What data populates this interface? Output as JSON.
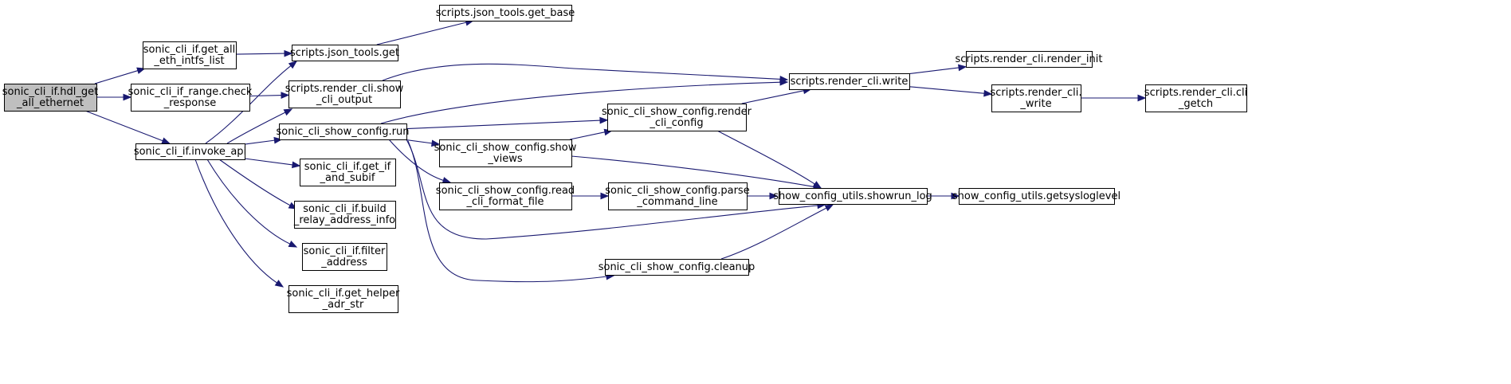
{
  "colors": {
    "edge": "#191970",
    "node_border": "#000000",
    "root_fill": "#bfbfbf",
    "node_fill": "#ffffff"
  },
  "nodes": [
    {
      "id": "hdl",
      "root": true,
      "lines": [
        "sonic_cli_if.hdl_get",
        "_all_ethernet"
      ]
    },
    {
      "id": "get_all_eth",
      "lines": [
        "sonic_cli_if.get_all",
        "_eth_intfs_list"
      ]
    },
    {
      "id": "range_check",
      "lines": [
        "sonic_cli_if_range.check",
        "_response"
      ]
    },
    {
      "id": "invoke_api",
      "lines": [
        "sonic_cli_if.invoke_api"
      ]
    },
    {
      "id": "json_get",
      "lines": [
        "scripts.json_tools.get"
      ]
    },
    {
      "id": "json_get_base",
      "lines": [
        "scripts.json_tools.get_base"
      ]
    },
    {
      "id": "show_cli_output",
      "lines": [
        "scripts.render_cli.show",
        "_cli_output"
      ]
    },
    {
      "id": "config_run",
      "lines": [
        "sonic_cli_show_config.run"
      ]
    },
    {
      "id": "get_if_subif",
      "lines": [
        "sonic_cli_if.get_if",
        "_and_subif"
      ]
    },
    {
      "id": "build_relay",
      "lines": [
        "sonic_cli_if.build",
        "_relay_address_info"
      ]
    },
    {
      "id": "filter_address",
      "lines": [
        "sonic_cli_if.filter",
        "_address"
      ]
    },
    {
      "id": "get_helper",
      "lines": [
        "sonic_cli_if.get_helper",
        "_adr_str"
      ]
    },
    {
      "id": "show_views",
      "lines": [
        "sonic_cli_show_config.show",
        "_views"
      ]
    },
    {
      "id": "read_cli_format",
      "lines": [
        "sonic_cli_show_config.read",
        "_cli_format_file"
      ]
    },
    {
      "id": "render_cli_config",
      "lines": [
        "sonic_cli_show_config.render",
        "_cli_config"
      ]
    },
    {
      "id": "parse_cmd",
      "lines": [
        "sonic_cli_show_config.parse",
        "_command_line"
      ]
    },
    {
      "id": "cleanup",
      "lines": [
        "sonic_cli_show_config.cleanup"
      ]
    },
    {
      "id": "render_write",
      "lines": [
        "scripts.render_cli.write"
      ]
    },
    {
      "id": "render_init",
      "lines": [
        "scripts.render_cli.render_init"
      ]
    },
    {
      "id": "render__write",
      "lines": [
        "scripts.render_cli.",
        "_write"
      ]
    },
    {
      "id": "cli_getch",
      "lines": [
        "scripts.render_cli.cli",
        "_getch"
      ]
    },
    {
      "id": "showrun_log",
      "lines": [
        "show_config_utils.showrun_log"
      ]
    },
    {
      "id": "getsysloglevel",
      "lines": [
        "show_config_utils.getsysloglevel"
      ]
    }
  ],
  "edges": [
    [
      "hdl",
      "get_all_eth"
    ],
    [
      "hdl",
      "range_check"
    ],
    [
      "hdl",
      "invoke_api"
    ],
    [
      "get_all_eth",
      "json_get"
    ],
    [
      "range_check",
      "show_cli_output"
    ],
    [
      "json_get",
      "json_get_base"
    ],
    [
      "invoke_api",
      "json_get"
    ],
    [
      "invoke_api",
      "show_cli_output"
    ],
    [
      "invoke_api",
      "config_run"
    ],
    [
      "invoke_api",
      "get_if_subif"
    ],
    [
      "invoke_api",
      "build_relay"
    ],
    [
      "invoke_api",
      "filter_address"
    ],
    [
      "invoke_api",
      "get_helper"
    ],
    [
      "show_cli_output",
      "render_write"
    ],
    [
      "config_run",
      "render_write"
    ],
    [
      "config_run",
      "render_cli_config"
    ],
    [
      "config_run",
      "show_views"
    ],
    [
      "config_run",
      "read_cli_format"
    ],
    [
      "config_run",
      "showrun_log"
    ],
    [
      "config_run",
      "cleanup"
    ],
    [
      "show_views",
      "render_cli_config"
    ],
    [
      "show_views",
      "showrun_log"
    ],
    [
      "read_cli_format",
      "parse_cmd"
    ],
    [
      "render_cli_config",
      "render_write"
    ],
    [
      "render_cli_config",
      "showrun_log"
    ],
    [
      "parse_cmd",
      "showrun_log"
    ],
    [
      "cleanup",
      "showrun_log"
    ],
    [
      "render_write",
      "render_init"
    ],
    [
      "render_write",
      "render__write"
    ],
    [
      "render__write",
      "cli_getch"
    ],
    [
      "showrun_log",
      "getsysloglevel"
    ]
  ]
}
